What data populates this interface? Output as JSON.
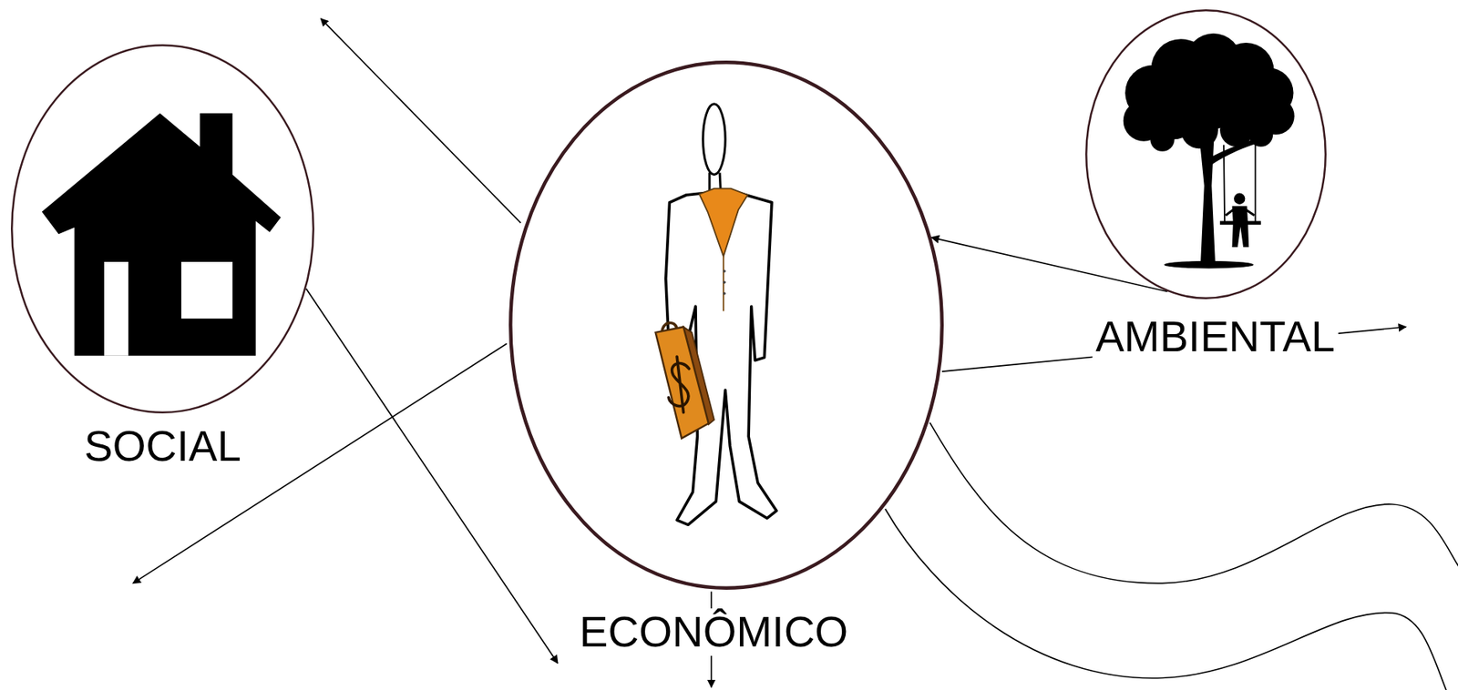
{
  "diagram": {
    "nodes": [
      {
        "text": [
          "SOCIAL"
        ]
      },
      {
        "text": [
          "ECONÔMICO"
        ]
      },
      {
        "text": [
          "AMBIENTAL"
        ]
      }
    ],
    "edges": [
      {
        "from": 0,
        "to": 1,
        "arrow": "to"
      },
      {
        "from": 2,
        "to": 1,
        "arrow": "to"
      }
    ]
  }
}
